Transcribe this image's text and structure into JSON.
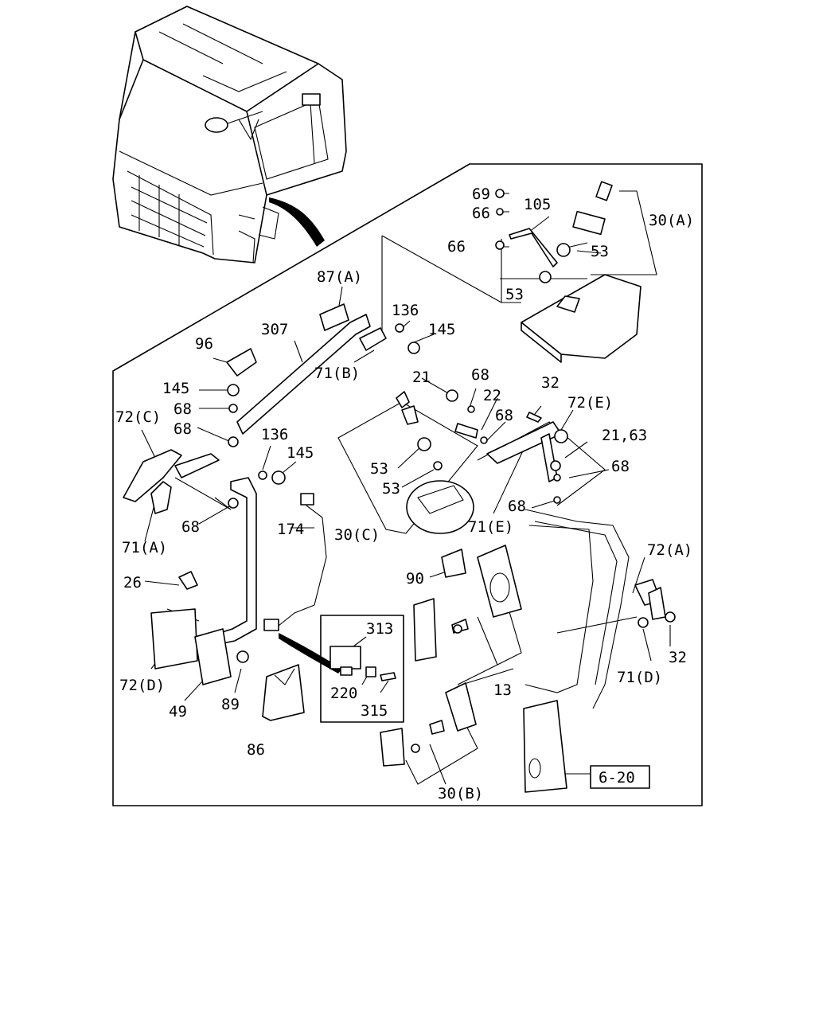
{
  "labels": {
    "l69": "69",
    "l66a": "66",
    "l66b": "66",
    "l105": "105",
    "l30a": "30(A)",
    "l53a": "53",
    "l53b": "53",
    "l87a": "87(A)",
    "l136a": "136",
    "l145a": "145",
    "l307": "307",
    "l96": "96",
    "l71b": "71(B)",
    "l145b": "145",
    "l68a": "68",
    "l68b": "68",
    "l72c": "72(C)",
    "l136b": "136",
    "l145c": "145",
    "l71a": "71(A)",
    "l68c": "68",
    "l21": "21",
    "l68d": "68",
    "l22": "22",
    "l68e": "68",
    "l32a": "32",
    "l72e": "72(E)",
    "l2163": "21,63",
    "l68f": "68",
    "l68g": "68",
    "l53c": "53",
    "l53d": "53",
    "l30c": "30(C)",
    "l71e": "71(E)",
    "l174": "174",
    "l26": "26",
    "l90": "90",
    "l72a": "72(A)",
    "l32b": "32",
    "l71d": "71(D)",
    "l313": "313",
    "l72d": "72(D)",
    "l220": "220",
    "l315": "315",
    "l13": "13",
    "l49": "49",
    "l89": "89",
    "l86": "86",
    "l30b": "30(B)",
    "l620": "6-20"
  }
}
